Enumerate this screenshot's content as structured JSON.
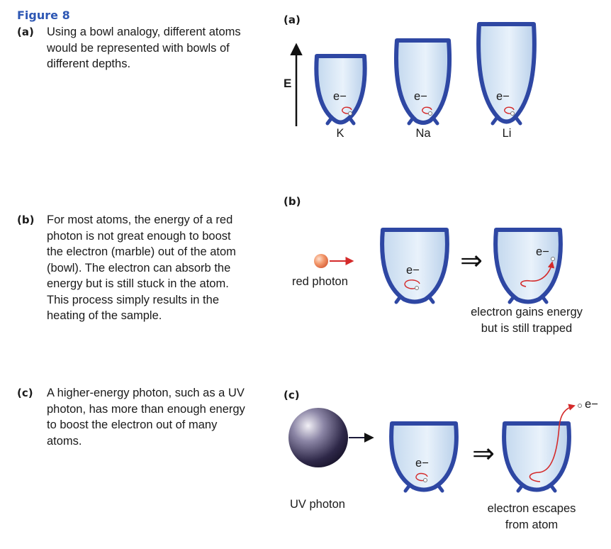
{
  "figure": {
    "title": "Figure 8"
  },
  "captions": [
    {
      "label": "(a)",
      "text": "Using a bowl analogy, different atoms would be represented with bowls of different depths."
    },
    {
      "label": "(b)",
      "text": "For most atoms, the energy of a red photon is not great enough to boost the electron (marble) out of the atom (bowl). The electron can absorb the energy but is still stuck in the atom. This process simply results in the heating of the sample."
    },
    {
      "label": "(c)",
      "text": "A higher-energy photon, such as a UV photon, has more than enough energy to boost the electron out of many atoms."
    }
  ],
  "panel_a": {
    "label": "(a)",
    "axis_label": "E",
    "electron": "e−",
    "bowls": [
      {
        "label": "K"
      },
      {
        "label": "Na"
      },
      {
        "label": "Li"
      }
    ]
  },
  "panel_b": {
    "label": "(b)",
    "photon_label": "red photon",
    "electron": "e−",
    "result_line1": "electron gains energy",
    "result_line2": "but is still trapped"
  },
  "panel_c": {
    "label": "(c)",
    "photon_label": "UV photon",
    "electron": "e−",
    "result_line1": "electron escapes",
    "result_line2": "from atom"
  },
  "colors": {
    "title": "#2d57b4",
    "bowl_rim": "#2e47a3",
    "bowl_fill": "#d7e6f5",
    "electron_path": "#d42a2a",
    "red_photon": "#f08a5c",
    "uv_photon": "#3a3359"
  },
  "icons": {
    "implies_arrow": "⇒",
    "red_photon": "sphere",
    "uv_photon": "sphere"
  }
}
